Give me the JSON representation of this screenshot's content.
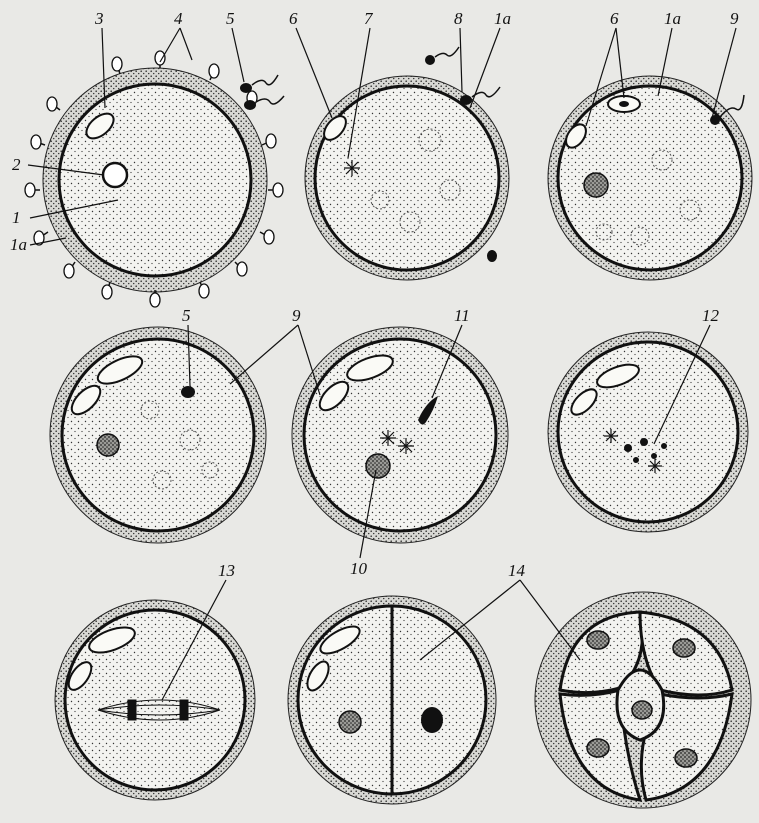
{
  "figure": {
    "background_color": "#e9e9e6",
    "ink_color": "#111111",
    "cells": [
      {
        "id": "stage-1",
        "stage": "oocyte surrounded by sperm"
      },
      {
        "id": "stage-2",
        "stage": "sperm penetration"
      },
      {
        "id": "stage-3",
        "stage": "second polar body forming"
      },
      {
        "id": "stage-4",
        "stage": "sperm inside ooplasm"
      },
      {
        "id": "stage-5",
        "stage": "male and female pronuclei"
      },
      {
        "id": "stage-6",
        "stage": "fusion of pronuclei"
      },
      {
        "id": "stage-7",
        "stage": "first cleavage spindle"
      },
      {
        "id": "stage-8",
        "stage": "two-cell stage"
      },
      {
        "id": "stage-9",
        "stage": "four-cell stage"
      }
    ],
    "labels": {
      "l1": "1",
      "l1a_left": "1a",
      "l2": "2",
      "l3": "3",
      "l4": "4",
      "l5_top": "5",
      "l6_mid": "6",
      "l7": "7",
      "l8": "8",
      "l1a_mid": "1a",
      "l6_right": "6",
      "l1a_right": "1a",
      "l9_right": "9",
      "l5_row2": "5",
      "l9_row2": "9",
      "l11": "11",
      "l12": "12",
      "l10": "10",
      "l13": "13",
      "l14": "14"
    }
  }
}
